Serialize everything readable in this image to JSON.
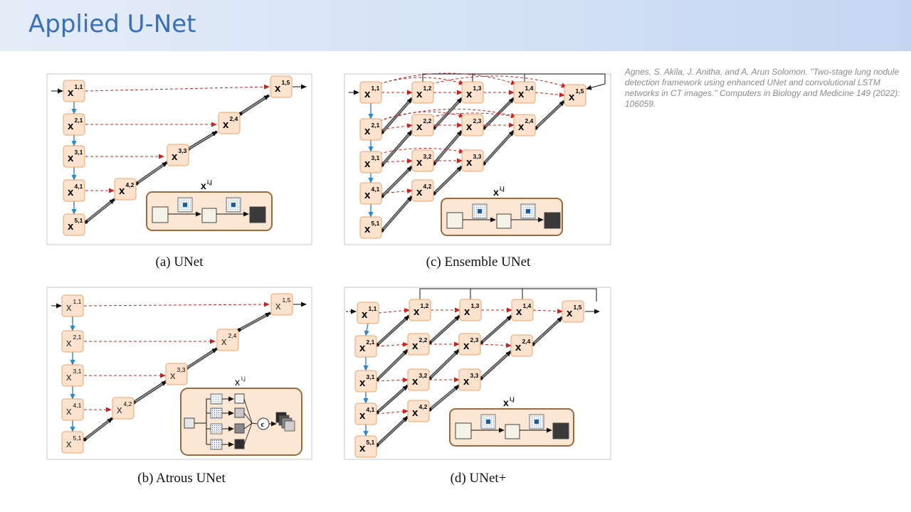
{
  "slide": {
    "title": "Applied U-Net",
    "citation": "Agnes, S. Akila, J. Anitha, and A. Arun Solomon. \"Two-stage lung nodule detection framework using enhanced UNet and convolutional LSTM networks in CT images.\" Computers in Biology and Medicine 149 (2022): 106059."
  },
  "figures": [
    {
      "id": "a",
      "caption": "(a) UNet",
      "block_label": "x",
      "block_sup": "i,j"
    },
    {
      "id": "b",
      "caption": "(b) Atrous UNet",
      "block_label": "x",
      "block_sup": "i,j",
      "concat_symbol": "c"
    },
    {
      "id": "c",
      "caption": "(c) Ensemble UNet",
      "block_label": "x",
      "block_sup": "i,j"
    },
    {
      "id": "d",
      "caption": "(d) UNet+",
      "block_label": "x",
      "block_sup": "i,j"
    }
  ],
  "node_prefix": "x",
  "colors": {
    "node_fill": "#fde3cd",
    "node_stroke": "#e6a36c",
    "down_arrow": "#2f86c8",
    "skip_arrow": "#cc2222",
    "panel_fill": "#fbe7d3",
    "panel_stroke": "#9a6b3f",
    "title": "#3a6fb8"
  }
}
